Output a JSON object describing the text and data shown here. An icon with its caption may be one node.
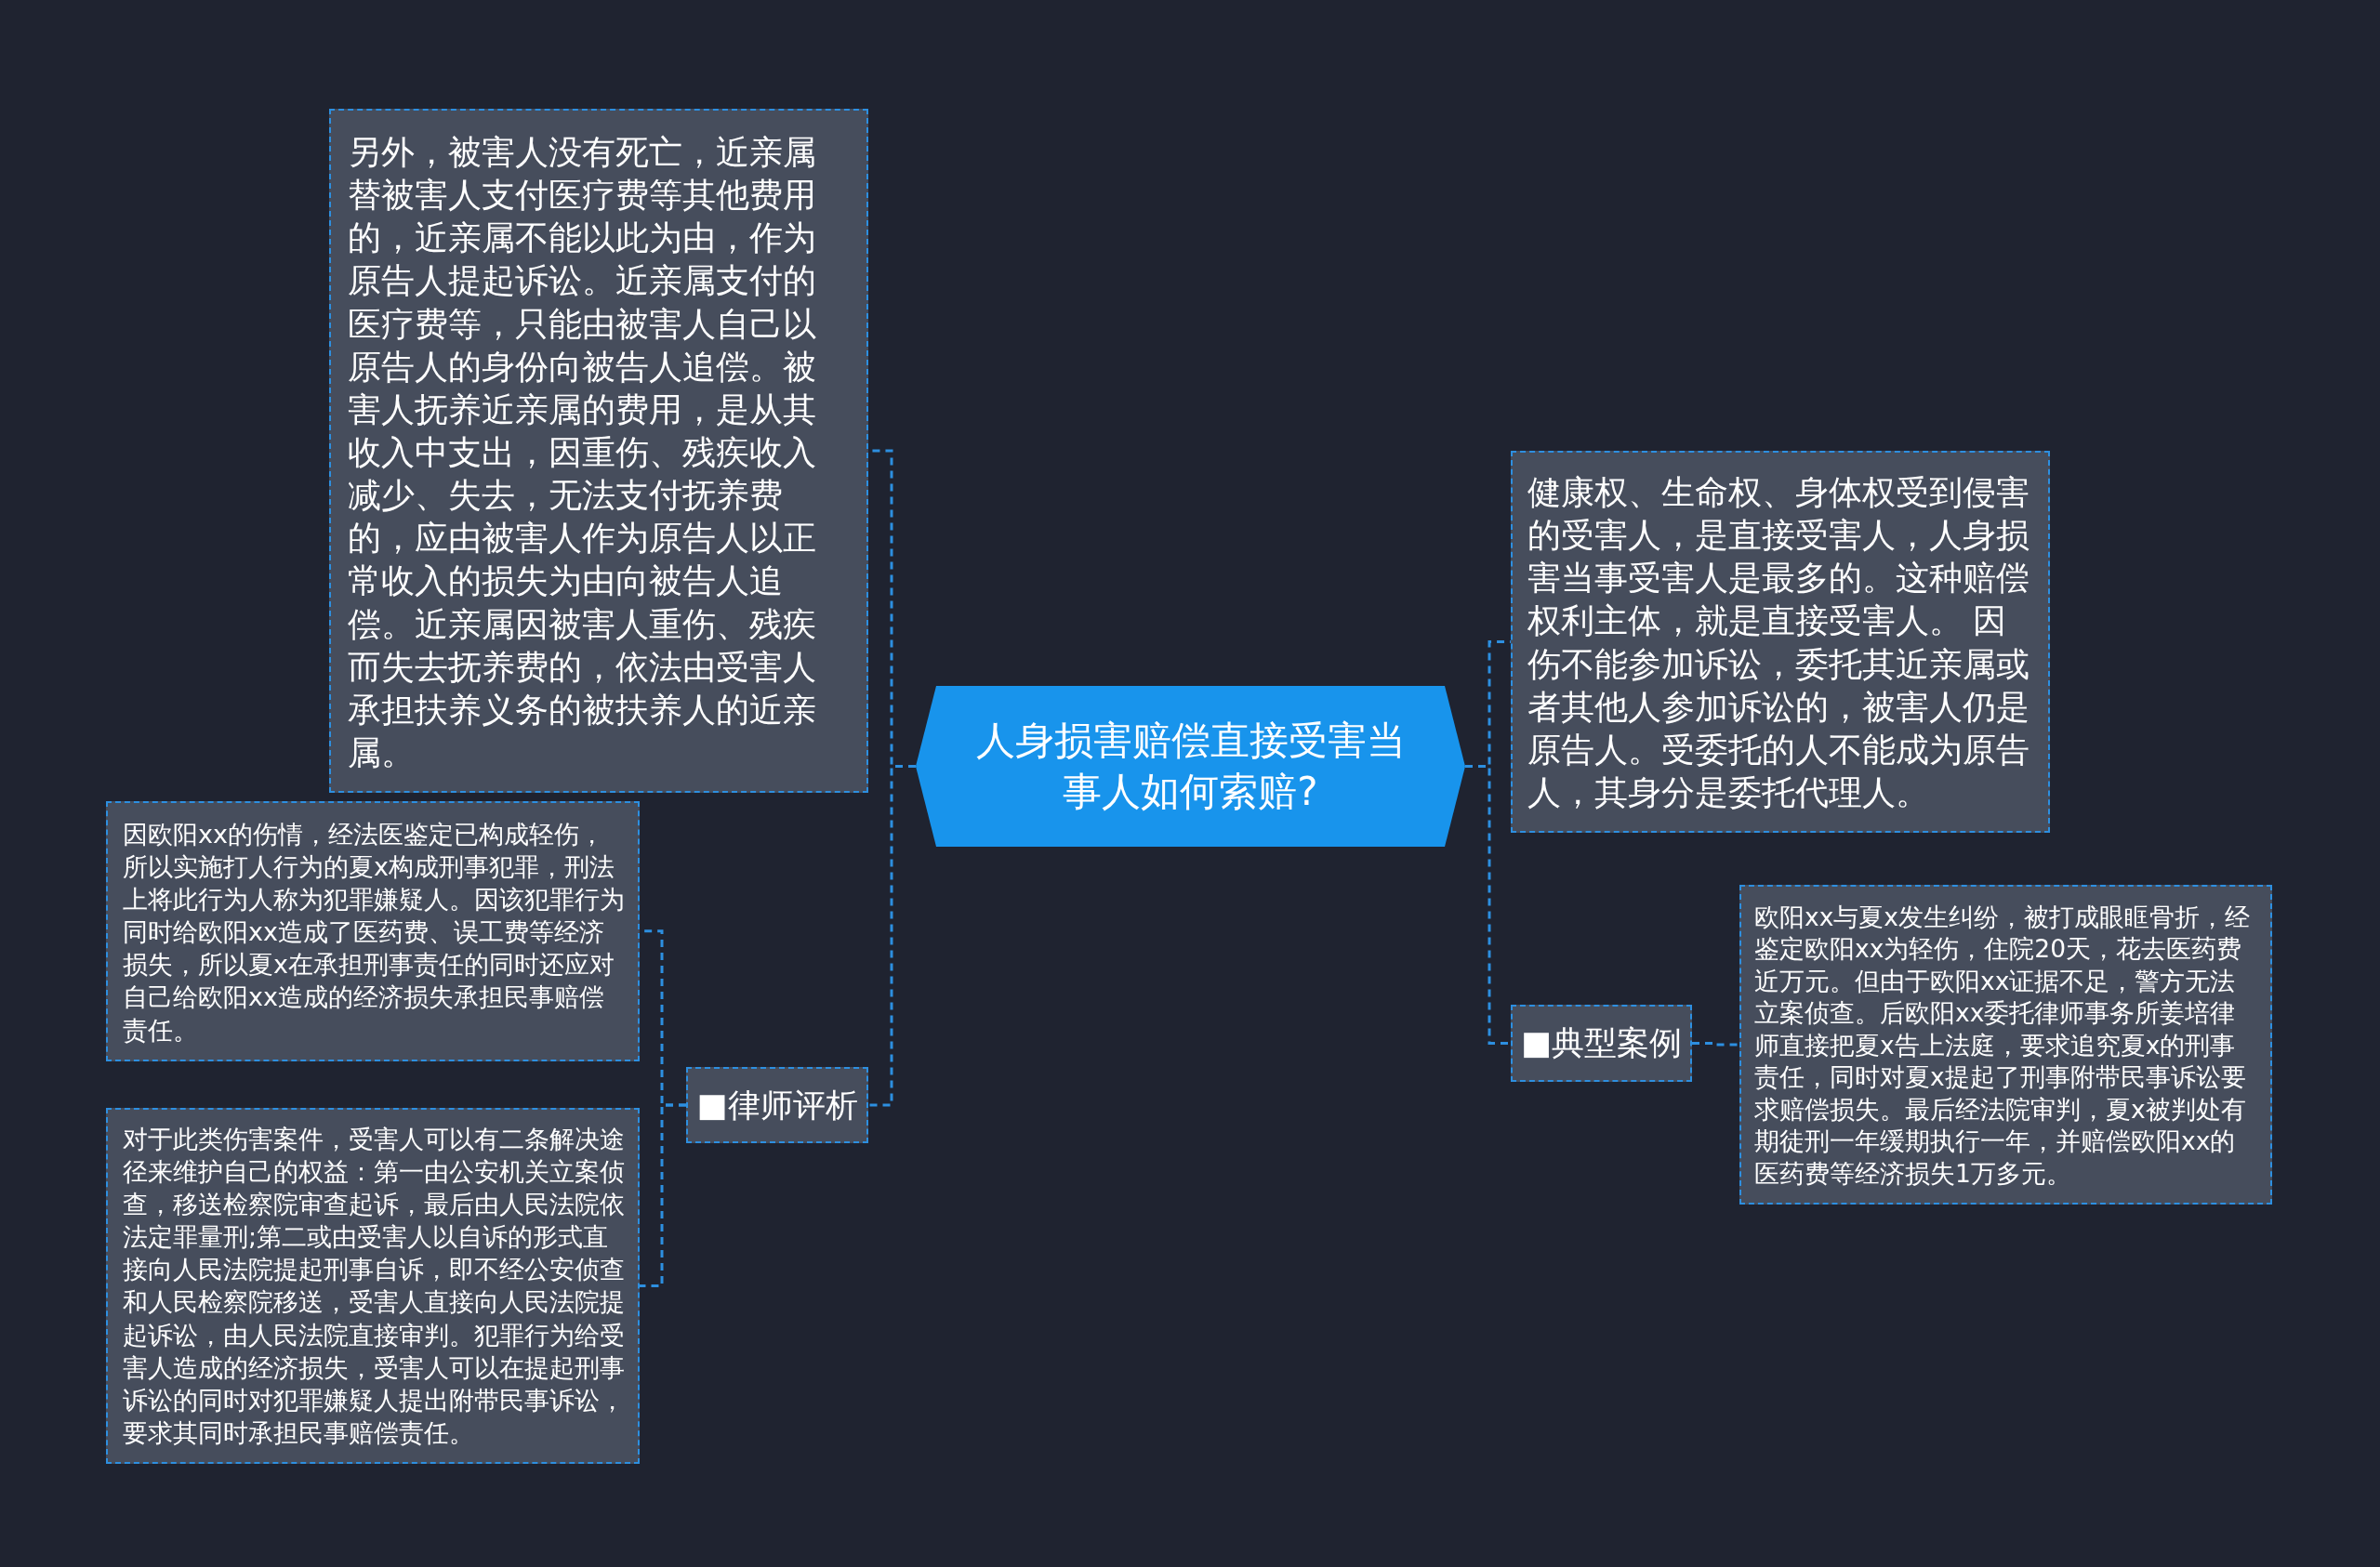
{
  "diagram": {
    "nodes": [
      {
        "text": [
          "人身损害赔偿直接受害当事人如何索赔?"
        ]
      },
      {
        "text": [
          "另外，被害人没有死亡，近亲属替被害人支付医疗费等其他费用的，近亲属不能以此为由，作为原告人提起诉讼。近亲属支付的医疗费等，只能由被害人自己以原告人的身份向被告人追偿。被害人抚养近亲属的费用，是从其收入中支出，因重伤、残疾收入减少、失去，无法支付抚养费的，应由被害人作为原告人以正常收入的损失为由向被告人追偿。近亲属因被害人重伤、残疾而失去抚养费的，依法由受害人承担扶养义务的被扶养人的近亲属。"
        ]
      },
      {
        "text": [
          "健康权、生命权、身体权受到侵害的受害人，是直接受害人，人身损害当事受害人是最多的。这种赔偿权利主体，就是直接受害人。 因伤不能参加诉讼，委托其近亲属或者其他人参加诉讼的，被害人仍是原告人。受委托的人不能成为原告人，其身分是委托代理人。"
        ]
      },
      {
        "text": [
          "■律师评析"
        ]
      },
      {
        "text": [
          "因欧阳xx的伤情，经法医鉴定已构成轻伤，所以实施打人行为的夏x构成刑事犯罪，刑法上将此行为人称为犯罪嫌疑人。因该犯罪行为同时给欧阳xx造成了医药费、误工费等经济损失，所以夏x在承担刑事责任的同时还应对自己给欧阳xx造成的经济损失承担民事赔偿责任。"
        ]
      },
      {
        "text": [
          "对于此类伤害案件，受害人可以有二条解决途径来维护自己的权益：第一由公安机关立案侦查，移送检察院审查起诉，最后由人民法院依法定罪量刑;第二或由受害人以自诉的形式直接向人民法院提起刑事自诉，即不经公安侦查和人民检察院移送，受害人直接向人民法院提起诉讼，由人民法院直接审判。犯罪行为给受害人造成的经济损失，受害人可以在提起刑事诉讼的同时对犯罪嫌疑人提出附带民事诉讼，要求其同时承担民事赔偿责任。"
        ]
      },
      {
        "text": [
          "■典型案例"
        ]
      },
      {
        "text": [
          "欧阳xx与夏x发生纠纷，被打成眼眶骨折，经鉴定欧阳xx为轻伤，住院20天，花去医药费近万元。但由于欧阳xx证据不足，警方无法立案侦查。后欧阳xx委托律师事务所姜培律师直接把夏x告上法庭，要求追究夏x的刑事责任，同时对夏x提起了刑事附带民事诉讼要求赔偿损失。最后经法院审判，夏x被判处有期徒刑一年缓期执行一年，并赔偿欧阳xx的医药费等经济损失1万多元。"
        ]
      }
    ],
    "edges": [
      {
        "from": 0,
        "to": 1,
        "arrow": "none"
      },
      {
        "from": 0,
        "to": 3,
        "arrow": "none"
      },
      {
        "from": 0,
        "to": 2,
        "arrow": "none"
      },
      {
        "from": 0,
        "to": 6,
        "arrow": "none"
      },
      {
        "from": 3,
        "to": 4,
        "arrow": "none"
      },
      {
        "from": 3,
        "to": 5,
        "arrow": "none"
      },
      {
        "from": 6,
        "to": 7,
        "arrow": "none"
      }
    ]
  }
}
